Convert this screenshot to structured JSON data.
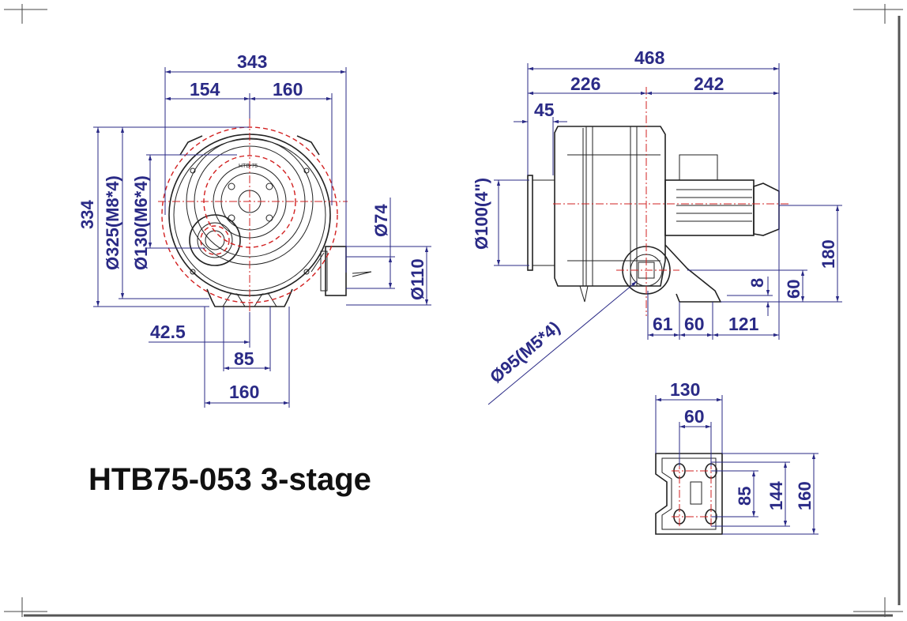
{
  "title": "HTB75-053 3-stage",
  "front_view": {
    "model_label": "HTB-75",
    "dims": {
      "overall_width": "343",
      "left_width": "154",
      "right_width": "160",
      "height": "334",
      "dia_325": "Ø325(M8*4)",
      "dia_130": "Ø130(M6*4)",
      "dia_74": "Ø74",
      "dia_110": "Ø110",
      "offset_42_5": "42.5",
      "foot_85": "85",
      "foot_160": "160"
    }
  },
  "side_view": {
    "dims": {
      "overall_length": "468",
      "part_226": "226",
      "part_242": "242",
      "part_45": "45",
      "dia_100": "Ø100(4\")",
      "dia_95": "Ø95(M5*4)",
      "h_180": "180",
      "h_60": "60",
      "h_8": "8",
      "b_61": "61",
      "b_60": "60",
      "b_121": "121"
    }
  },
  "base_view": {
    "dims": {
      "w_130": "130",
      "w_60": "60",
      "h_85": "85",
      "h_144": "144",
      "h_160": "160"
    }
  }
}
